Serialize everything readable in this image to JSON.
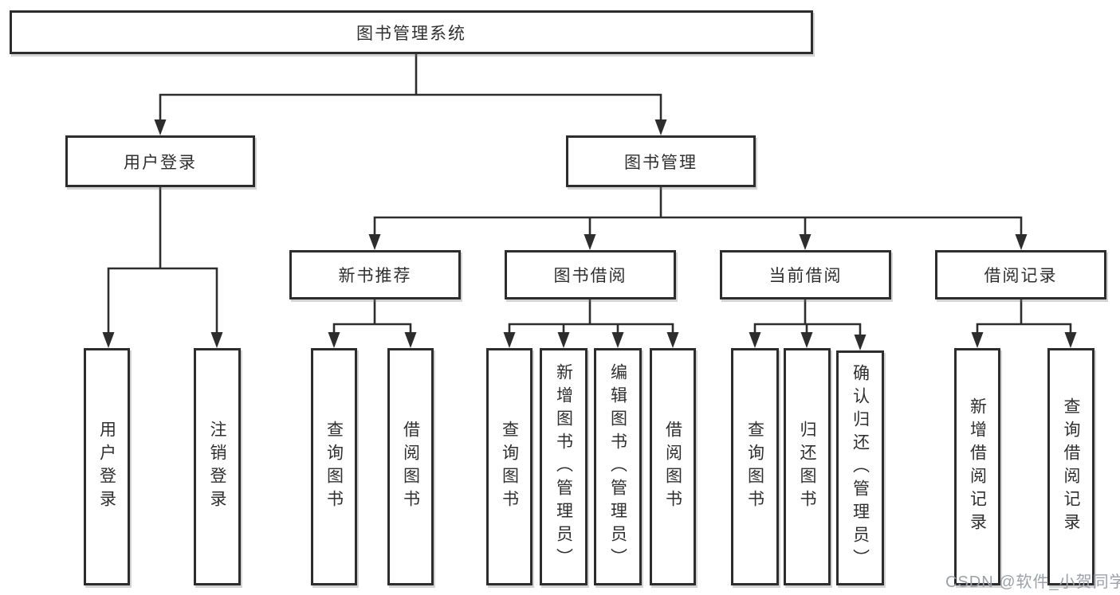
{
  "diagram_title": "图书管理系统",
  "tree": {
    "root": "图书管理系统",
    "branches": [
      {
        "label": "用户登录",
        "children": [
          "用户登录",
          "注销登录"
        ]
      },
      {
        "label": "图书管理",
        "groups": [
          {
            "label": "新书推荐",
            "children": [
              "查询图书",
              "借阅图书"
            ]
          },
          {
            "label": "图书借阅",
            "children": [
              "查询图书",
              "新增图书（管理员）",
              "编辑图书（管理员）",
              "借阅图书"
            ]
          },
          {
            "label": "当前借阅",
            "children": [
              "查询图书",
              "归还图书",
              "确认归还（管理员）"
            ]
          },
          {
            "label": "借阅记录",
            "children": [
              "新增借阅记录",
              "查询借阅记录"
            ]
          }
        ]
      }
    ]
  },
  "watermark": "CSDN @软件_小贺同学",
  "colors": {
    "line": "#2d2d2d",
    "box_border": "#2d2d2d",
    "box_background": "#ffffff",
    "text": "#2f2f2f",
    "watermark": "#9ba1a9"
  }
}
